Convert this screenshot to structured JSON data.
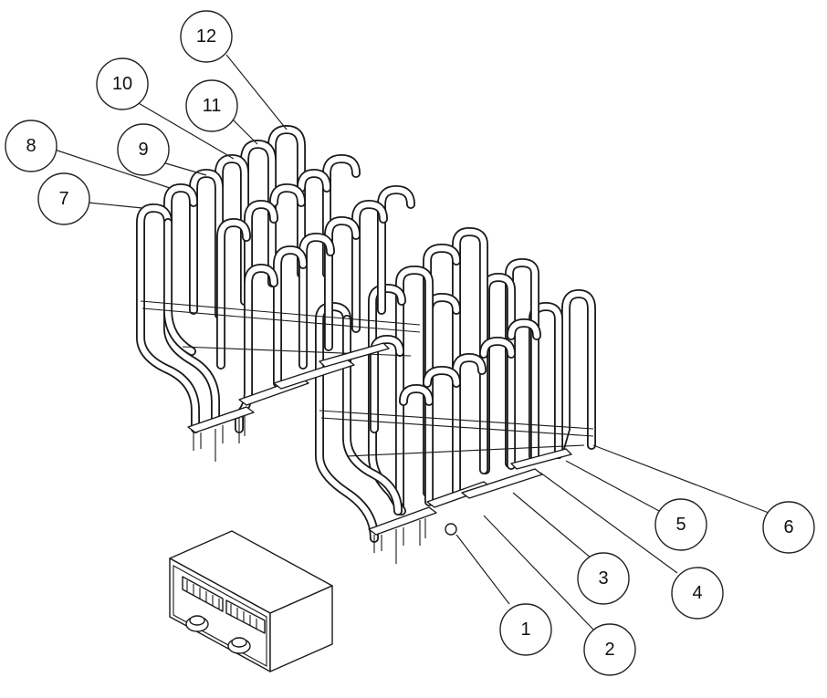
{
  "diagram": {
    "callouts": [
      {
        "id": "c1",
        "label": "1"
      },
      {
        "id": "c2",
        "label": "2"
      },
      {
        "id": "c3",
        "label": "3"
      },
      {
        "id": "c4",
        "label": "4"
      },
      {
        "id": "c5",
        "label": "5"
      },
      {
        "id": "c6",
        "label": "6"
      },
      {
        "id": "c7",
        "label": "7"
      },
      {
        "id": "c8",
        "label": "8"
      },
      {
        "id": "c9",
        "label": "9"
      },
      {
        "id": "c10",
        "label": "10"
      },
      {
        "id": "c11",
        "label": "11"
      },
      {
        "id": "c12",
        "label": "12"
      }
    ],
    "colors": {
      "line": "#1a1a1a",
      "background": "#ffffff"
    }
  }
}
